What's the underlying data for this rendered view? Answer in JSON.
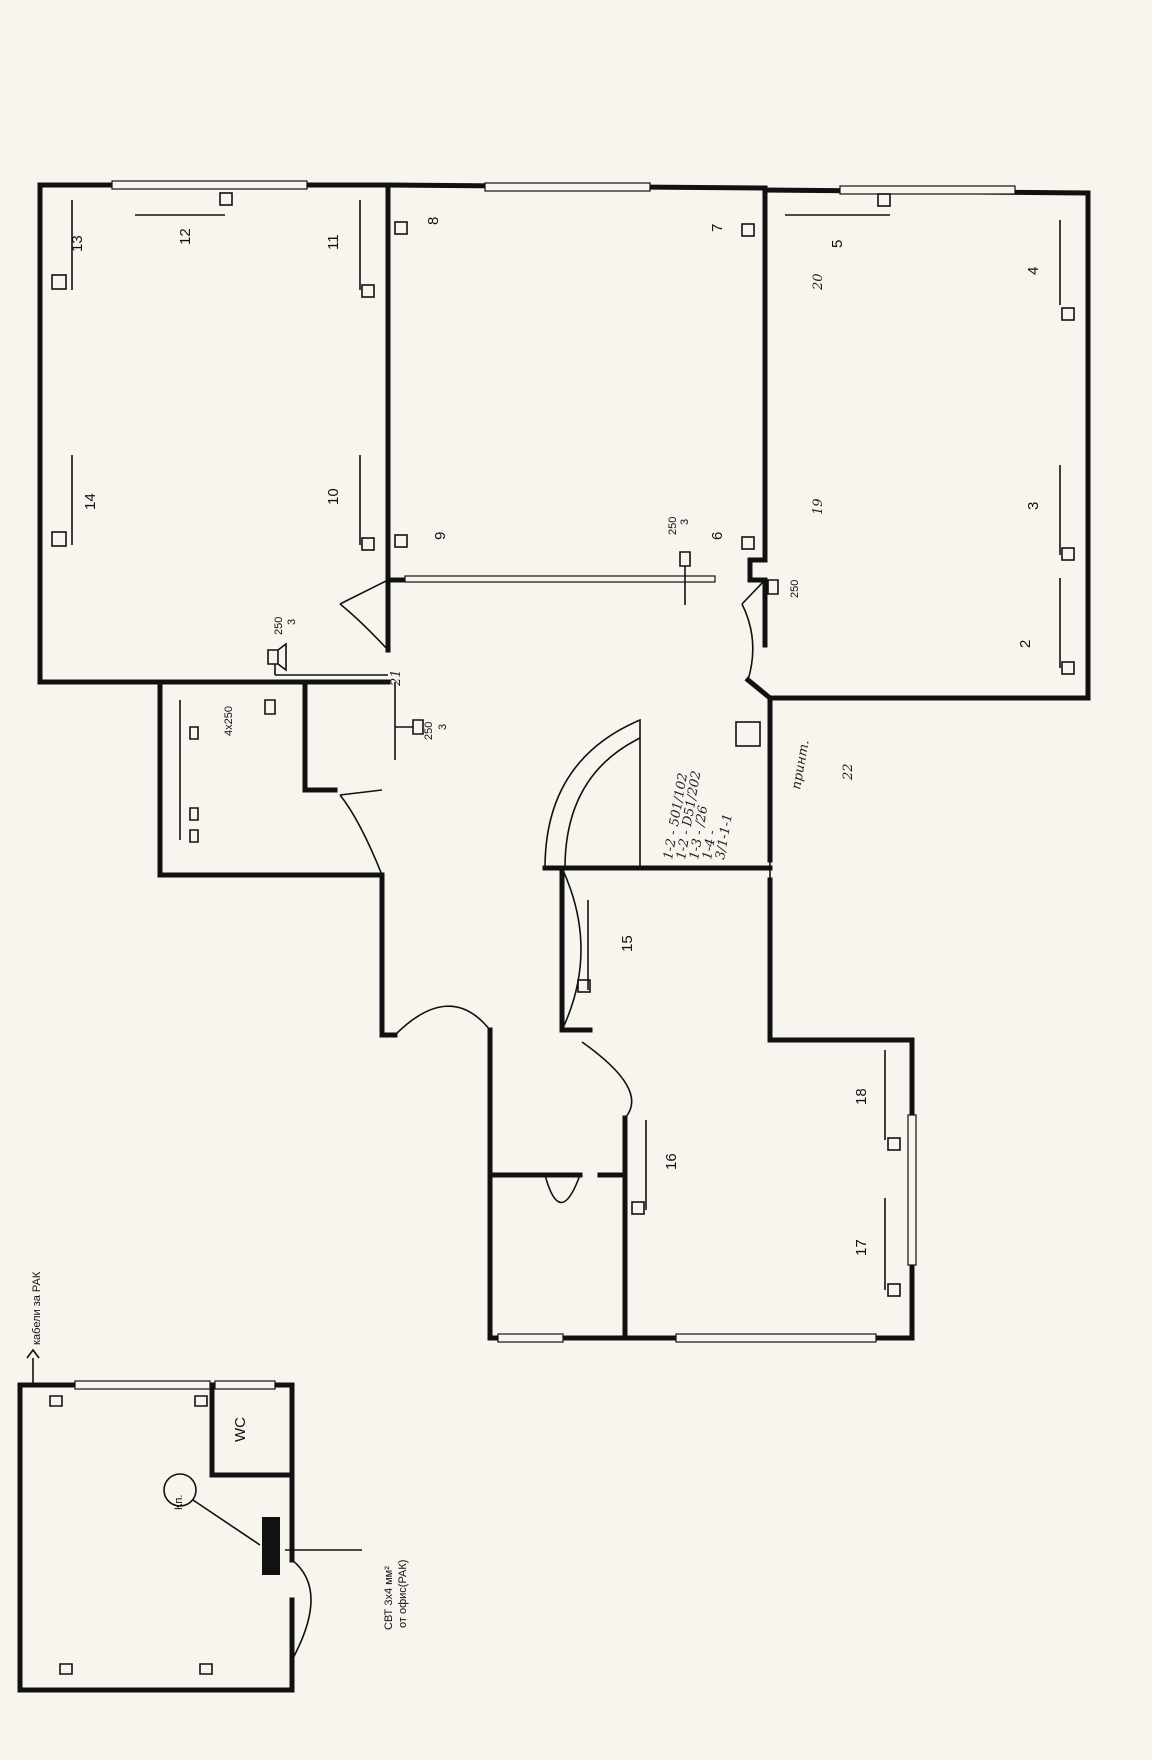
{
  "workstations": [
    "2",
    "3",
    "4",
    "5",
    "6",
    "7",
    "8",
    "9",
    "10",
    "11",
    "12",
    "13",
    "14",
    "15",
    "16",
    "17",
    "18"
  ],
  "lighting": {
    "fixture_250_3": "250",
    "fixture_250_3_den": "3",
    "fixture_250": "250",
    "fixture_4x250": "4x250"
  },
  "annex": {
    "wc_label": "WC",
    "panel_label": "Кп.",
    "cable_note_line1": "СВТ 3х4 мм²",
    "cable_note_line2": "от офис(РАК)",
    "cables_label": "кабели за РАК"
  },
  "handwritten": {
    "room_19": "19",
    "room_20": "20",
    "room_21": "21",
    "room_22": "22",
    "print_note": "принт.",
    "legend_lines": [
      "1-2 - 501/102",
      "1-2 - D51/202",
      "1-3 - /26",
      "1-4 -",
      "3/1-1-1"
    ]
  },
  "colors": {
    "ink": "#111111",
    "paper": "#f7f5ee"
  }
}
